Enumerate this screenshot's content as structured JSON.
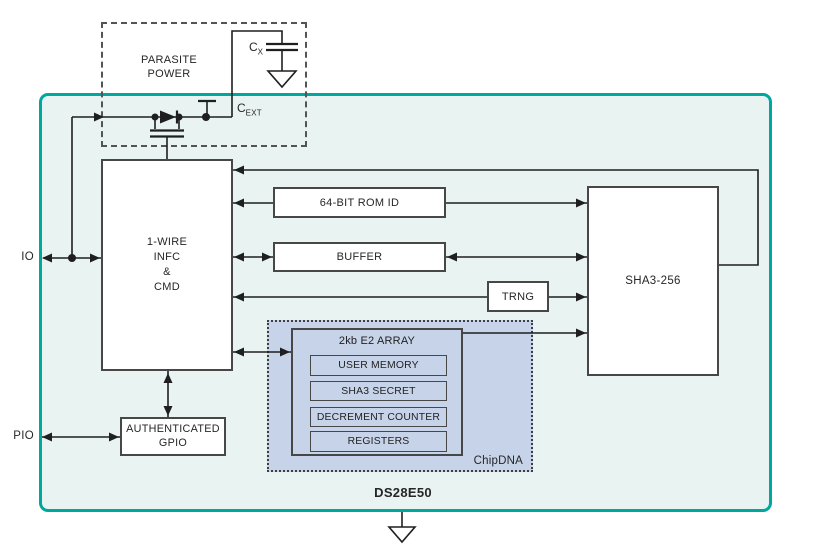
{
  "chip": {
    "name": "DS28E50"
  },
  "pins": {
    "io": "IO",
    "pio": "PIO"
  },
  "capacitors": {
    "cx": {
      "main": "C",
      "sub": "X"
    },
    "cext": {
      "main": "C",
      "sub": "EXT"
    }
  },
  "parasite_power": {
    "line1": "PARASITE",
    "line2": "POWER"
  },
  "blocks": {
    "onewire": {
      "line1": "1-WIRE",
      "line2": "INFC",
      "line3": "&",
      "line4": "CMD"
    },
    "rom_id": "64-BIT ROM ID",
    "buffer": "BUFFER",
    "trng": "TRNG",
    "sha3": "SHA3-256",
    "gpio": {
      "line1": "AUTHENTICATED",
      "line2": "GPIO"
    },
    "eeprom": {
      "title": "2kb E2 ARRAY",
      "rows": [
        "USER MEMORY",
        "SHA3 SECRET",
        "DECREMENT COUNTER",
        "REGISTERS"
      ]
    },
    "chipdna": "ChipDNA"
  },
  "colors": {
    "chip_border": "#00a79d",
    "chip_fill": "#e9f3f2",
    "chipdna_fill": "#c7d3e8",
    "block_border": "#474747",
    "block_fill": "#ffffff",
    "wire": "#1f1f1f"
  }
}
